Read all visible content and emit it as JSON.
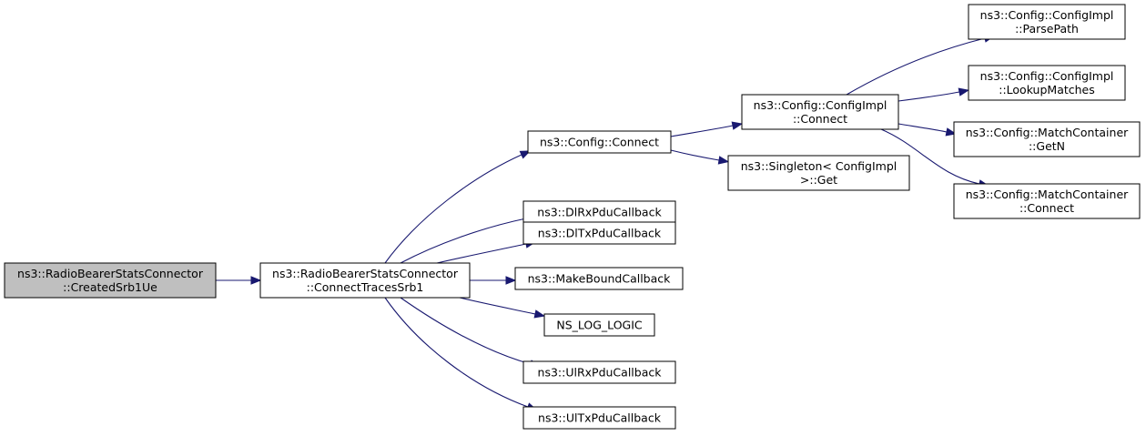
{
  "nodes": [
    {
      "id": "createdSrb1Ue",
      "lines": [
        "ns3::RadioBearerStatsConnector",
        "::CreatedSrb1Ue"
      ],
      "root": true
    },
    {
      "id": "connectTracesSrb1",
      "lines": [
        "ns3::RadioBearerStatsConnector",
        "::ConnectTracesSrb1"
      ]
    },
    {
      "id": "configConnect",
      "lines": [
        "ns3::Config::Connect"
      ]
    },
    {
      "id": "dlRxPduCallback",
      "lines": [
        "ns3::DlRxPduCallback"
      ]
    },
    {
      "id": "dlTxPduCallback",
      "lines": [
        "ns3::DlTxPduCallback"
      ]
    },
    {
      "id": "makeBoundCallback",
      "lines": [
        "ns3::MakeBoundCallback"
      ]
    },
    {
      "id": "nsLogLogic",
      "lines": [
        "NS_LOG_LOGIC"
      ]
    },
    {
      "id": "ulRxPduCallback",
      "lines": [
        "ns3::UlRxPduCallback"
      ]
    },
    {
      "id": "ulTxPduCallback",
      "lines": [
        "ns3::UlTxPduCallback"
      ]
    },
    {
      "id": "configImplConnect",
      "lines": [
        "ns3::Config::ConfigImpl",
        "::Connect"
      ]
    },
    {
      "id": "singletonGet",
      "lines": [
        "ns3::Singleton< ConfigImpl",
        ">::Get"
      ]
    },
    {
      "id": "parsePath",
      "lines": [
        "ns3::Config::ConfigImpl",
        "::ParsePath"
      ]
    },
    {
      "id": "lookupMatches",
      "lines": [
        "ns3::Config::ConfigImpl",
        "::LookupMatches"
      ]
    },
    {
      "id": "matchGetN",
      "lines": [
        "ns3::Config::MatchContainer",
        "::GetN"
      ]
    },
    {
      "id": "matchConnect",
      "lines": [
        "ns3::Config::MatchContainer",
        "::Connect"
      ]
    }
  ],
  "edges": [
    {
      "from": "createdSrb1Ue",
      "to": "connectTracesSrb1"
    },
    {
      "from": "connectTracesSrb1",
      "to": "configConnect"
    },
    {
      "from": "connectTracesSrb1",
      "to": "dlRxPduCallback"
    },
    {
      "from": "connectTracesSrb1",
      "to": "dlTxPduCallback"
    },
    {
      "from": "connectTracesSrb1",
      "to": "makeBoundCallback"
    },
    {
      "from": "connectTracesSrb1",
      "to": "nsLogLogic"
    },
    {
      "from": "connectTracesSrb1",
      "to": "ulRxPduCallback"
    },
    {
      "from": "connectTracesSrb1",
      "to": "ulTxPduCallback"
    },
    {
      "from": "configConnect",
      "to": "configImplConnect"
    },
    {
      "from": "configConnect",
      "to": "singletonGet"
    },
    {
      "from": "configImplConnect",
      "to": "parsePath"
    },
    {
      "from": "configImplConnect",
      "to": "lookupMatches"
    },
    {
      "from": "configImplConnect",
      "to": "matchGetN"
    },
    {
      "from": "configImplConnect",
      "to": "matchConnect"
    }
  ],
  "colors": {
    "edge": "#191970",
    "root_fill": "#bfbfbf",
    "node_fill": "#ffffff"
  }
}
